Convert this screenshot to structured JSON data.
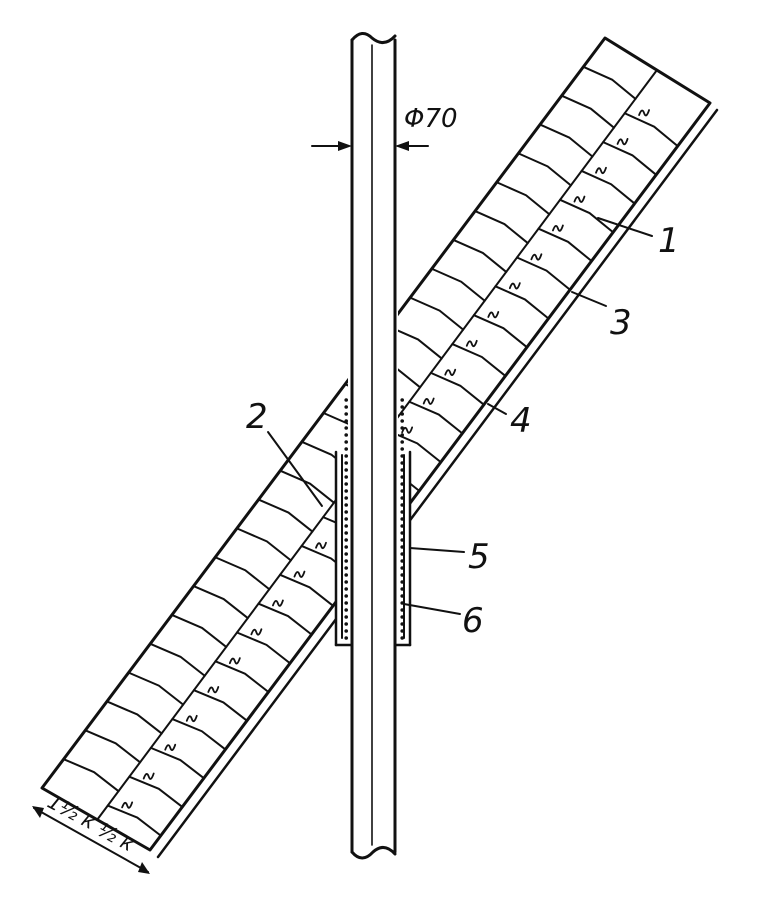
{
  "diagram": {
    "dimension_label": "Φ70",
    "callouts": [
      {
        "id": "1",
        "label": "1"
      },
      {
        "id": "2",
        "label": "2"
      },
      {
        "id": "3",
        "label": "3"
      },
      {
        "id": "4",
        "label": "4"
      },
      {
        "id": "5",
        "label": "5"
      },
      {
        "id": "6",
        "label": "6"
      }
    ],
    "thickness_labels": {
      "outer": "1½ к",
      "inner": "½ к"
    }
  }
}
